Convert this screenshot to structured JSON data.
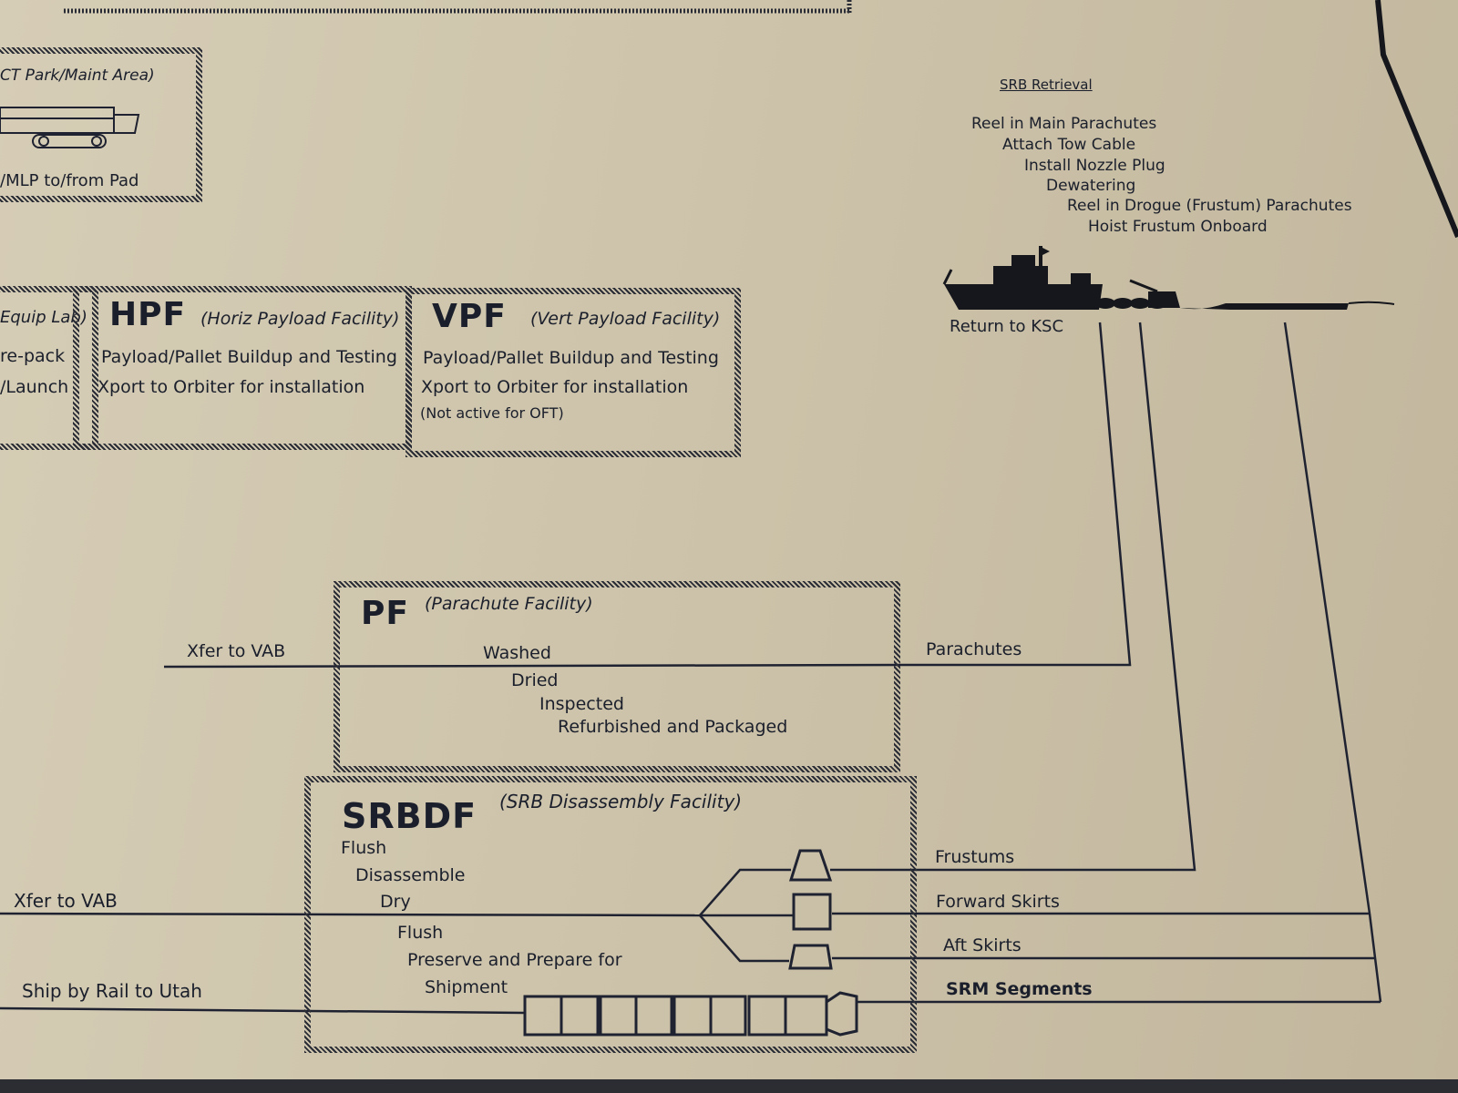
{
  "top_left_box": {
    "heading": "CT Park/Maint Area)",
    "footer": "/MLP to/from Pad"
  },
  "partial_box": {
    "heading": "Equip Lab)",
    "line1": "re-pack",
    "line2": "/Launch"
  },
  "hpf": {
    "abbr": "HPF",
    "name": "(Horiz Payload Facility)",
    "line1": "Payload/Pallet Buildup and Testing",
    "line2": "Xport to Orbiter for installation"
  },
  "vpf": {
    "abbr": "VPF",
    "name": "(Vert Payload Facility)",
    "line1": "Payload/Pallet Buildup and Testing",
    "line2": "Xport to Orbiter for installation",
    "note": "(Not active for OFT)"
  },
  "srb_retrieval": {
    "title": "SRB Retrieval",
    "steps": [
      "Reel in Main Parachutes",
      "Attach Tow Cable",
      "Install Nozzle Plug",
      "Dewatering",
      "Reel in Drogue (Frustum) Parachutes",
      "Hoist Frustum Onboard"
    ],
    "return_label": "Return to KSC"
  },
  "pf": {
    "abbr": "PF",
    "name": "(Parachute Facility)",
    "steps": [
      "Washed",
      "Dried",
      "Inspected",
      "Refurbished and Packaged"
    ],
    "xfer_label": "Xfer to VAB",
    "input_label": "Parachutes"
  },
  "srbdf": {
    "abbr": "SRBDF",
    "name": "(SRB Disassembly Facility)",
    "steps": [
      "Flush",
      "Disassemble",
      "Dry",
      "Flush",
      "Preserve and Prepare for",
      "Shipment"
    ],
    "xfer_label": "Xfer to VAB",
    "rail_label": "Ship by Rail to Utah",
    "inputs": [
      "Frustums",
      "Forward Skirts",
      "Aft Skirts",
      "SRM Segments"
    ]
  }
}
